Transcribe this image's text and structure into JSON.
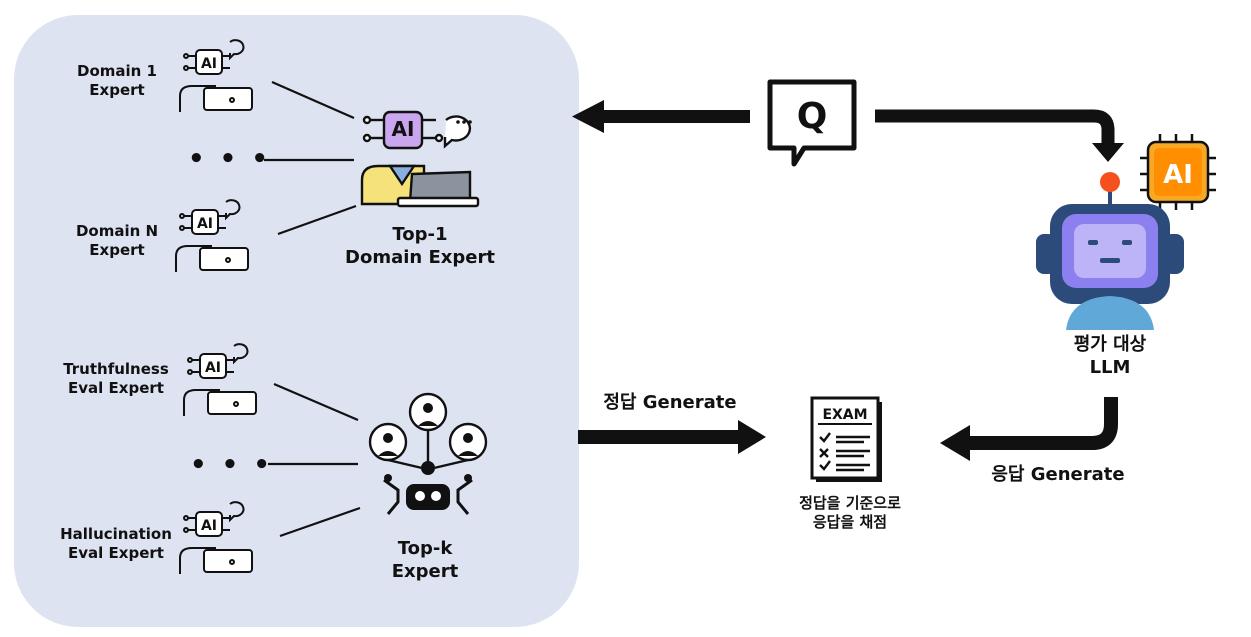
{
  "left_panel": {
    "domain_experts": {
      "expert_1": "Domain 1\nExpert",
      "ellipsis": "• • •",
      "expert_n": "Domain N\nExpert",
      "top1_label": "Top-1\nDomain Expert"
    },
    "eval_experts": {
      "expert_truth": "Truthfulness\nEval Expert",
      "ellipsis": "• • •",
      "expert_halluc": "Hallucination\nEval Expert",
      "topk_label": "Top-k\nExpert"
    },
    "ai_chip_text": "AI"
  },
  "question_bubble": "Q",
  "llm": {
    "label": "평가 대상\nLLM",
    "badge_text": "AI"
  },
  "exam": {
    "sheet_title": "EXAM",
    "caption": "정답을 기준으로\n응답을 채점"
  },
  "arrows": {
    "answer_generate": "정답 Generate",
    "response_generate": "응답 Generate"
  }
}
